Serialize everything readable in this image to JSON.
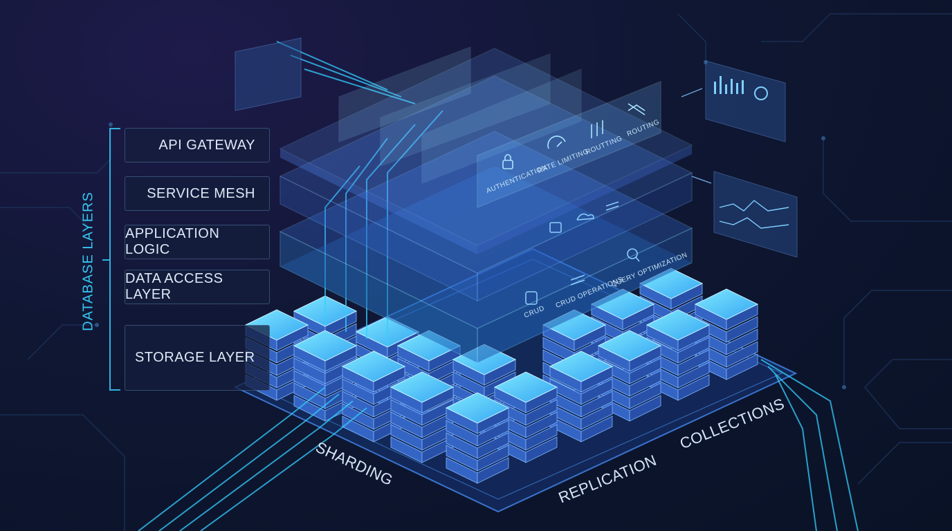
{
  "layers_title": "DATABASE LAYERS",
  "side_labels": [
    "API GATEWAY",
    "SERVICE MESH",
    "APPLICATION LOGIC",
    "DATA ACCESS LAYER",
    "STORAGE LAYER"
  ],
  "top_panel_items": [
    {
      "icon": "lock-icon",
      "label": "AUTHENTICATION"
    },
    {
      "icon": "gauge-icon",
      "label": "RATE LIMITING"
    },
    {
      "icon": "sliders-icon",
      "label": "ROUTTING"
    },
    {
      "icon": "shuffle-icon",
      "label": "ROUTING"
    }
  ],
  "data_access_items": [
    {
      "icon": "database-icon",
      "label": "CRUD"
    },
    {
      "icon": "arrows-icon",
      "label": "CRUD OPERATIONS"
    },
    {
      "icon": "magnifier-icon",
      "label": "QUERY OPTIMIZATION"
    }
  ],
  "ground_labels": [
    "SHARDING",
    "REPLICATION",
    "COLLECTIONS"
  ],
  "colors": {
    "accent": "#36c6f0",
    "layer_glow": "#3d8bff",
    "background": "#0f1733"
  }
}
